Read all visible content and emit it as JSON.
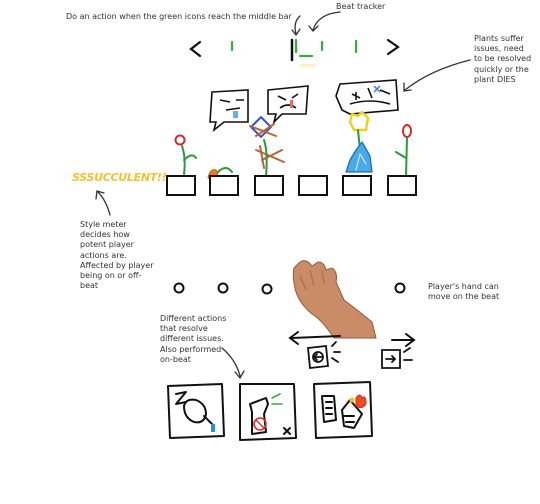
{
  "annotations": {
    "top_instruction": "Do an action when the green icons reach the middle bar",
    "beat_tracker": "Beat tracker",
    "plants_note": "Plants suffer issues, need to be resolved quickly or the plant DIES",
    "style_note": "Style meter decides how potent player actions are. Affected by player being on or off-beat",
    "hand_note": "Player's hand can move on the beat",
    "actions_note": "Different actions that resolve different issues. Also performed on-beat"
  },
  "style_meter_text": "SSSUCCULENT!!",
  "tracker_sublabel": "!!!!!!!!",
  "colors": {
    "beat_green": "#3caa3c",
    "style_yellow": "#f2c12e",
    "ink": "#111111"
  },
  "beat_bar": {
    "left_arrow": "<",
    "right_arrow": ">"
  },
  "speech_bubbles": [
    "sad-face",
    "crying-face",
    "dizzy-face"
  ],
  "plant_slots": 6,
  "hand_positions": 6,
  "action_cards": [
    "water-action",
    "spray-action",
    "fire-action"
  ]
}
